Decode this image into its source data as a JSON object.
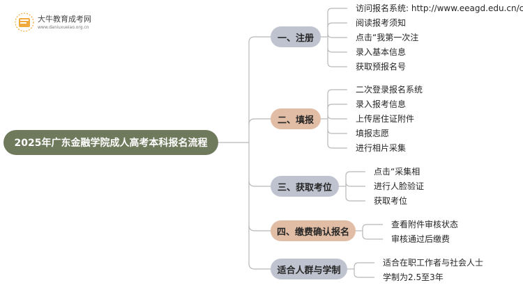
{
  "logo": {
    "title": "大牛教育成考网",
    "url": "www.daniuxueiao.org.cn"
  },
  "root": {
    "label": "2025年广东金融学院成人高考本科报名流程"
  },
  "branches": [
    {
      "label": "一、注册",
      "color": "#bfc3cf",
      "items": [
        "访问报名系统: http://www.eeagd.edu.cn/cr",
        "阅读报考须知",
        "点击“我第一次注",
        "录入基本信息",
        "获取预报名号"
      ]
    },
    {
      "label": "二、填报",
      "color": "#e2bda5",
      "items": [
        "二次登录报名系统",
        "录入报考信息",
        "上传居住证附件",
        "填报志愿",
        "进行相片采集"
      ]
    },
    {
      "label": "三、获取考位",
      "color": "#bfc3cf",
      "items": [
        "点击“采集相",
        "进行人脸验证",
        "获取考位"
      ]
    },
    {
      "label": "四、缴费确认报名",
      "color": "#e2bda5",
      "items": [
        "查看附件审核状态",
        "审核通过后缴费"
      ]
    },
    {
      "label": "适合人群与学制",
      "color": "#bfc3cf",
      "items": [
        "适合在职工作者与社会人士",
        "学制为2.5至3年"
      ]
    }
  ]
}
